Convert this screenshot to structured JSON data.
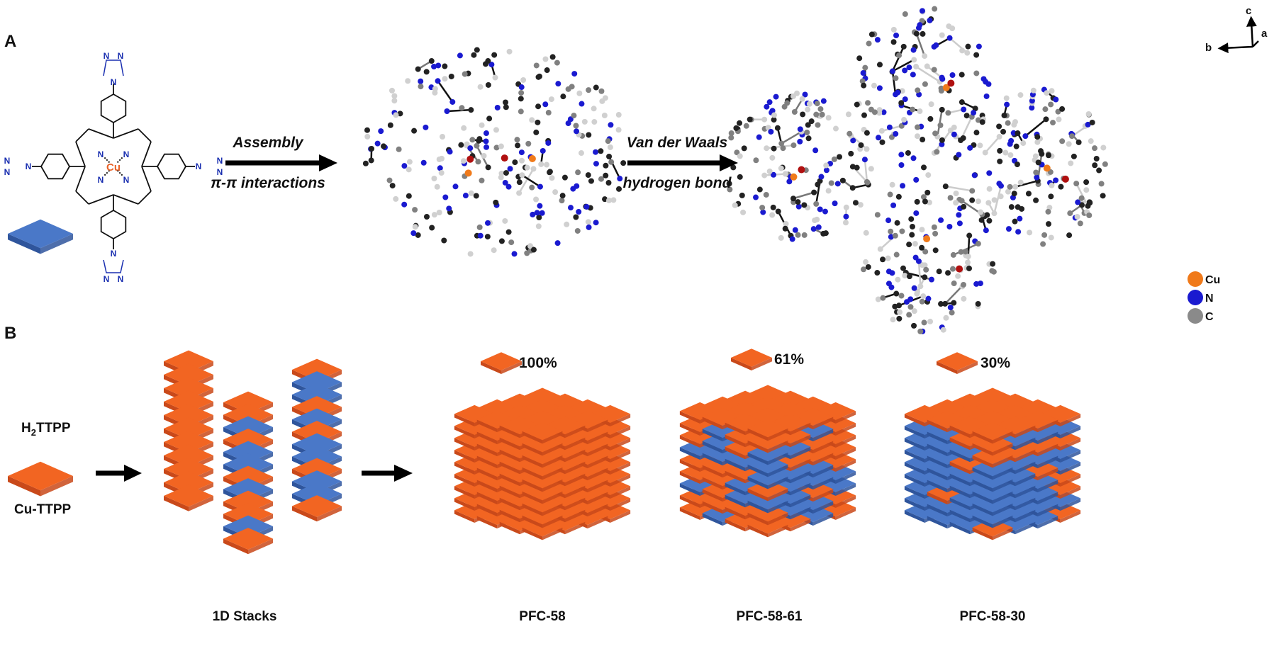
{
  "panel_a": {
    "label": "A",
    "monomer": {
      "metal": "Cu",
      "ring_atom": "N",
      "triazole_atoms": [
        "N",
        "N",
        "N"
      ]
    },
    "arrow1": {
      "top": "Assembly",
      "bottom": "π-π interactions"
    },
    "arrow2": {
      "top": "Van der Waals",
      "bottom": "hydrogen bond"
    },
    "axes": {
      "c": "c",
      "a": "a",
      "b": "b"
    },
    "legend": [
      {
        "label": "Cu",
        "color": "#f07a1a"
      },
      {
        "label": "N",
        "color": "#1a1ad0"
      },
      {
        "label": "C",
        "color": "#8a8a8a"
      }
    ]
  },
  "panel_b": {
    "label": "B",
    "species": [
      {
        "label": "H",
        "sub": "2",
        "rest": "TTPP",
        "color": "#4a78c8"
      },
      {
        "label": "Cu-TTPP",
        "color": "#f26522"
      }
    ],
    "stacks_label": "1D Stacks",
    "products": [
      {
        "label": "PFC-58",
        "percent": "100%",
        "cu_fraction": 1.0
      },
      {
        "label": "PFC-58-61",
        "percent": "61%",
        "cu_fraction": 0.61
      },
      {
        "label": "PFC-58-30",
        "percent": "30%",
        "cu_fraction": 0.3
      }
    ]
  },
  "colors": {
    "orange": "#f26522",
    "orange_side": "#c9491a",
    "blue": "#4a78c8",
    "blue_side": "#2f559c"
  }
}
